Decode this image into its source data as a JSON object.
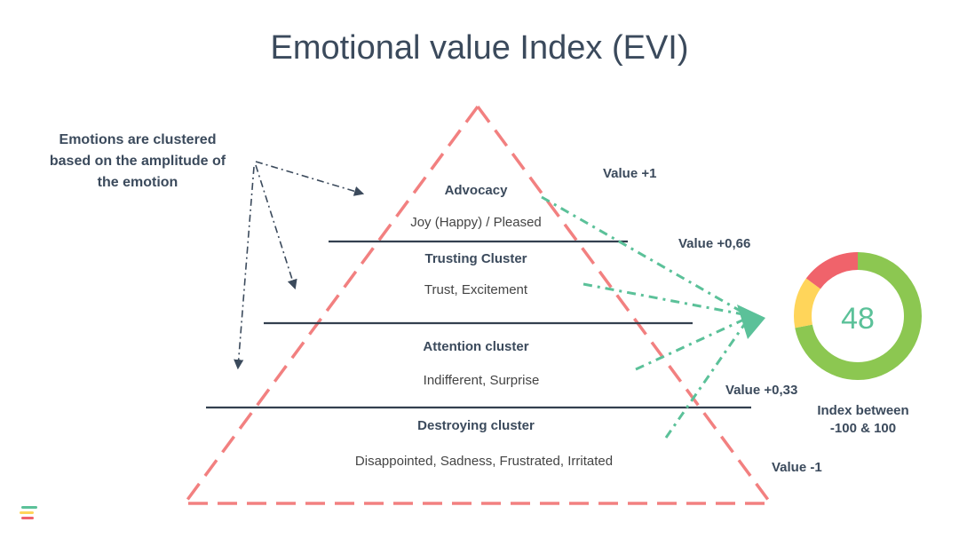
{
  "title": "Emotional value Index (EVI)",
  "note": [
    "Emotions are clustered",
    "based on the amplitude of",
    "the emotion"
  ],
  "clusters": [
    {
      "name": "Advocacy",
      "emotions": "Joy (Happy) / Pleased"
    },
    {
      "name": "Trusting Cluster",
      "emotions": "Trust, Excitement"
    },
    {
      "name": "Attention cluster",
      "emotions": "Indifferent, Surprise"
    },
    {
      "name": "Destroying cluster",
      "emotions": "Disappointed, Sadness, Frustrated, Irritated"
    }
  ],
  "values": [
    "Value +1",
    "Value +0,66",
    "Value +0,33",
    "Value -1"
  ],
  "gauge": {
    "value": "48",
    "caption": [
      "Index between",
      "-100 & 100"
    ],
    "segments": [
      {
        "fraction": 0.72,
        "color": "#8cc751"
      },
      {
        "fraction": 0.13,
        "color": "#ffd55a"
      },
      {
        "fraction": 0.15,
        "color": "#f0636b"
      }
    ]
  },
  "colors": {
    "title": "#3b4a5c",
    "triangle": "#f28080",
    "divider": "#33404f",
    "arrow": "#5bc199",
    "pointer": "#3b4a5c",
    "text": "#444444"
  },
  "logo": {
    "icon": "stacked-bars-logo",
    "colors": [
      "#5bc199",
      "#ffd55a",
      "#f0636b"
    ]
  }
}
